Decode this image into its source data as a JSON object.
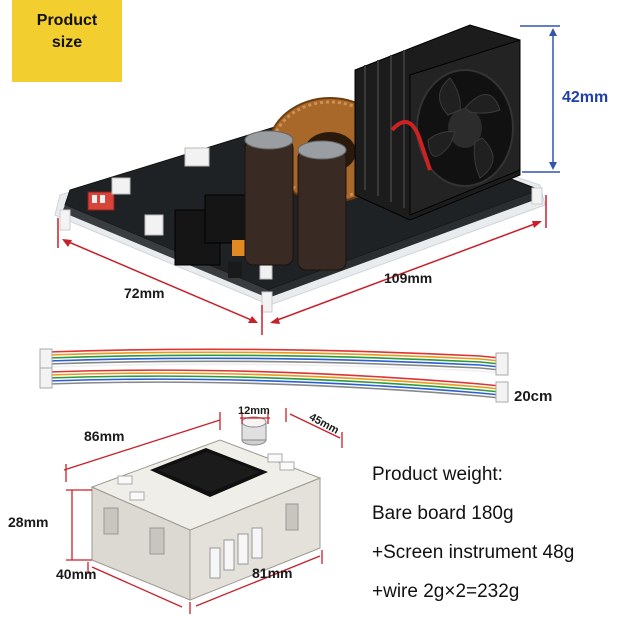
{
  "badge": {
    "line1": "Product",
    "line2": "size"
  },
  "dimensions": {
    "height": "42mm",
    "width": "72mm",
    "length": "109mm",
    "wire": "20cm",
    "knob": "12mm",
    "screen_length": "86mm",
    "screen_depth": "45mm",
    "screen_height": "28mm",
    "screen_width": "40mm",
    "screen_base": "81mm"
  },
  "weight": {
    "title": "Product weight:",
    "bare_board": "Bare board 180g",
    "screen": "+Screen instrument 48g",
    "wire": "+wire 2g×2=232g"
  },
  "colors": {
    "badge": "#f2cf2e",
    "dimension_line_red": "#c8202a",
    "dimension_line_blue": "#3355aa"
  }
}
